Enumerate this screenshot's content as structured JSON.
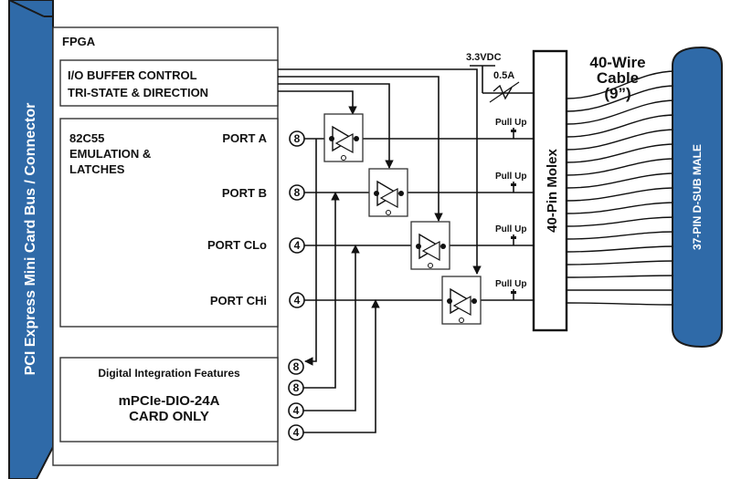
{
  "bus": {
    "label": "PCI Express Mini Card Bus / Connector",
    "color": "#2f6aa8"
  },
  "fpga": {
    "title": "FPGA",
    "buffer_control": {
      "line1": "I/O BUFFER CONTROL",
      "line2": "TRI-STATE & DIRECTION"
    },
    "emulation": {
      "line1": "82C55",
      "line2": "EMULATION &",
      "line3": "LATCHES"
    },
    "ports": [
      {
        "name": "PORT A",
        "width": "8"
      },
      {
        "name": "PORT B",
        "width": "8"
      },
      {
        "name": "PORT CLo",
        "width": "4"
      },
      {
        "name": "PORT CHi",
        "width": "4"
      }
    ],
    "digital": {
      "title": "Digital Integration Features",
      "line1": "mPCIe-DIO-24A",
      "line2": "CARD ONLY"
    },
    "digital_widths": [
      "8",
      "8",
      "4",
      "4"
    ]
  },
  "pullup_label": "Pull Up",
  "power": {
    "voltage": "3.3VDC",
    "fuse": "0.5A"
  },
  "molex": {
    "label": "40-Pin Molex"
  },
  "cable": {
    "line1": "40-Wire",
    "line2": "Cable",
    "line3": "(9”)"
  },
  "dsub": {
    "label": "37-PIN D-SUB MALE",
    "color": "#2f6aa8"
  }
}
